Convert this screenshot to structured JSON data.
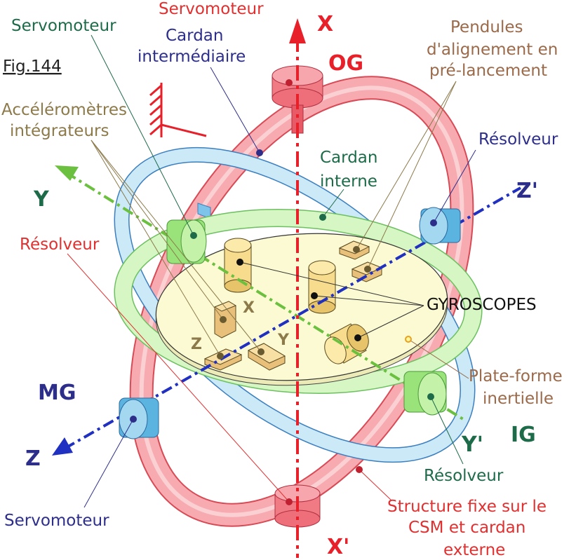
{
  "figure_label": "Fig.144",
  "axes": {
    "x_top": "X",
    "x_bottom": "X'",
    "y_left": "Y",
    "y_right": "Y'",
    "z_right": "Z'",
    "z_left": "Z",
    "og": "OG",
    "mg": "MG",
    "ig": "IG"
  },
  "platform_labels": {
    "x": "X",
    "y": "Y",
    "z": "Z"
  },
  "labels": {
    "servomoteur_top": "Servomoteur",
    "servomoteur_green": "Servomoteur",
    "cardan_intermediaire_1": "Cardan",
    "cardan_intermediaire_2": "intermédiaire",
    "pendules_1": "Pendules",
    "pendules_2": "d'alignement en",
    "pendules_3": "pré-lancement",
    "accelerometres_1": "Accéléromètres",
    "accelerometres_2": "intégrateurs",
    "resolveur_blue": "Résolveur",
    "cardan_interne_1": "Cardan",
    "cardan_interne_2": "interne",
    "resolveur_red": "Résolveur",
    "gyroscopes": "GYROSCOPES",
    "plateforme_1": "Plate-forme",
    "plateforme_2": "inertielle",
    "resolveur_green": "Résolveur",
    "structure_1": "Structure fixe sur le",
    "structure_2": "CSM et cardan",
    "structure_3": "externe",
    "servomoteur_bottom": "Servomoteur"
  },
  "colors": {
    "red": "#e8202a",
    "red_label": "#e03030",
    "green_text": "#1e6b4a",
    "blue_text": "#2d2e8a",
    "olive_text": "#8c7a4a",
    "brown_text": "#9a6a4a",
    "outer_gimbal": "#f4a0a6",
    "middle_gimbal": "#c8e8f4",
    "inner_gimbal": "#c8f0b0",
    "platform": "#fafad0"
  }
}
